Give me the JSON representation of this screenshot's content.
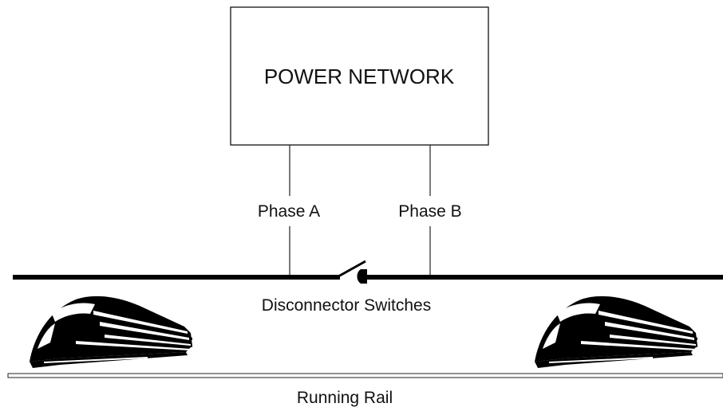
{
  "power_network": {
    "label": "POWER NETWORK"
  },
  "phases": [
    {
      "label": "Phase A"
    },
    {
      "label": "Phase B"
    }
  ],
  "switch": {
    "label": "Disconnector Switches"
  },
  "rail": {
    "label": "Running Rail"
  },
  "trains": [
    {
      "icon": "train-icon"
    },
    {
      "icon": "train-icon"
    }
  ],
  "colors": {
    "line": "#000000",
    "background": "#ffffff"
  }
}
